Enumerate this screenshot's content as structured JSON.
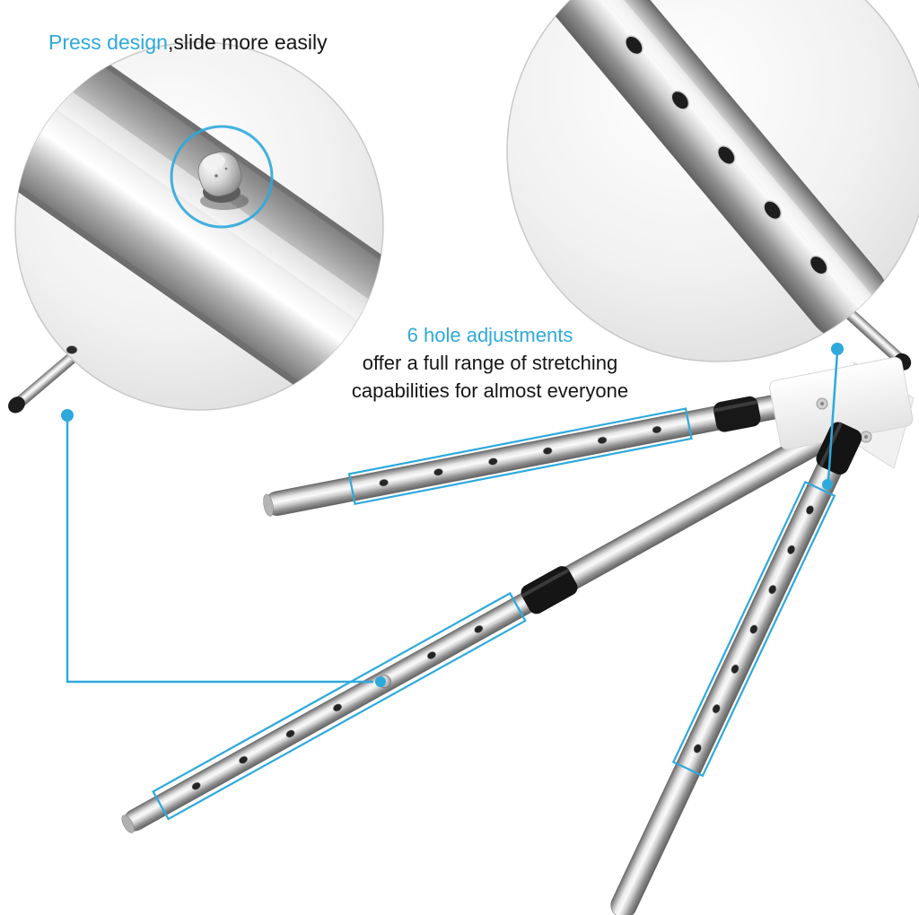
{
  "annotations": {
    "press_design": {
      "highlight": "Press design",
      "rest": ",slide more easily"
    },
    "hole_adjustments": {
      "title": "6 hole adjustments",
      "line1": "offer a full range of stretching",
      "line2": "capabilities for almost everyone"
    }
  },
  "colors": {
    "accent": "#2EA9DC",
    "text": "#151515",
    "background": "#ffffff"
  },
  "product": {
    "tube_count": 3,
    "holes_highlighted_per_tube": 6,
    "magnifier_count": 2
  }
}
